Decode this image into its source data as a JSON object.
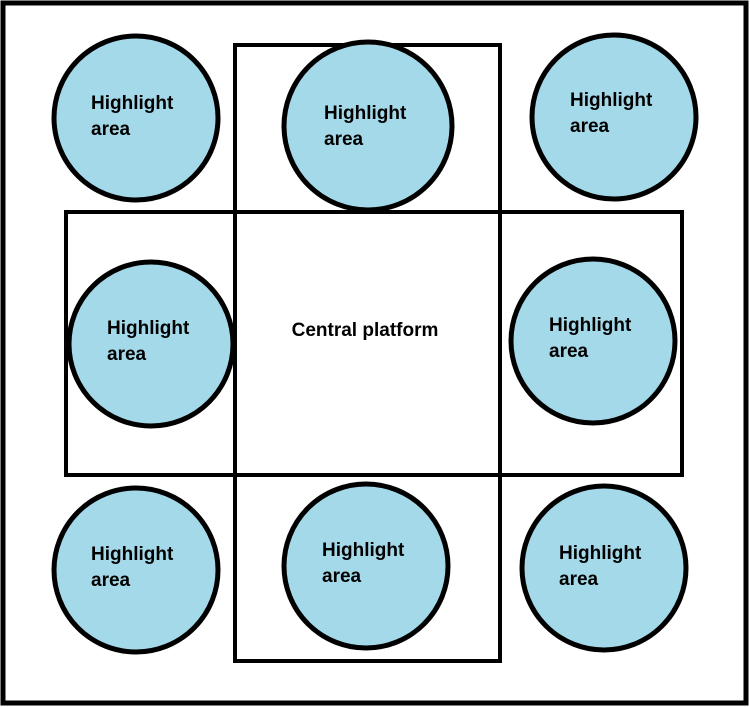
{
  "colors": {
    "circle_fill": "#a3d9e9",
    "stroke": "#000000",
    "background": "#ffffff"
  },
  "center": {
    "label": "Central platform"
  },
  "highlights": [
    {
      "line1": "Highlight",
      "line2": "area"
    },
    {
      "line1": "Highlight",
      "line2": "area"
    },
    {
      "line1": "Highlight",
      "line2": "area"
    },
    {
      "line1": "Highlight",
      "line2": "area"
    },
    {
      "line1": "Highlight",
      "line2": "area"
    },
    {
      "line1": "Highlight",
      "line2": "area"
    },
    {
      "line1": "Highlight",
      "line2": "area"
    },
    {
      "line1": "Highlight",
      "line2": "area"
    }
  ]
}
